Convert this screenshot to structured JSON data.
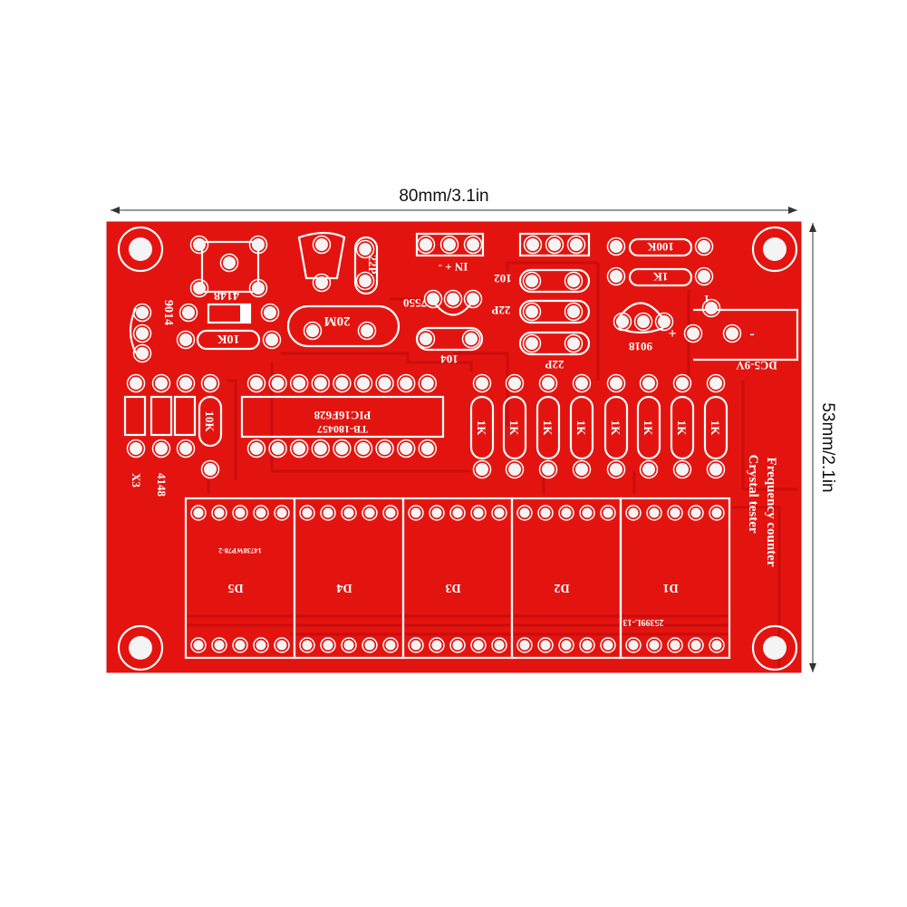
{
  "dimensions": {
    "width_label": "80mm/3.1in",
    "height_label": "53mm/2.1in"
  },
  "colors": {
    "board": "#e3140f",
    "board_edge": "#d01010",
    "silkscreen": "#ffffff",
    "hole": "#f4f4f4",
    "trace": "#c90d0d"
  },
  "board": {
    "title_line1": "Frequency counter",
    "title_line2": "Crystal tester",
    "ic_part": "PIC16F628",
    "ic_code": "TB-180457",
    "crystal": "20M",
    "cap_22p_top": "22P",
    "regulator": "7550",
    "jumper_label": "IN + -",
    "cap_104": "104",
    "cap_102": "102",
    "cap_22p_a": "22P",
    "cap_22p_b": "22P",
    "res_100k": "100K",
    "res_1k_top": "1K",
    "transistor_right": "9018",
    "power_label": "DC5-9V",
    "power_plus": "+",
    "power_minus": "-",
    "power_pin1": "1",
    "diode_top": "4148",
    "transistor_left": "9014",
    "res_10k_h": "10K",
    "res_10k_v": "10K",
    "diode_group": "4148",
    "crystal_slot": "X3",
    "resistor_array_labels": [
      "1K",
      "1K",
      "1K",
      "1K",
      "1K",
      "1K",
      "1K",
      "1K"
    ],
    "displays": [
      "D5",
      "D4",
      "D3",
      "D2",
      "D1"
    ],
    "display_code_left": "14738WP78-2",
    "display_code_right": "25399L-13"
  }
}
